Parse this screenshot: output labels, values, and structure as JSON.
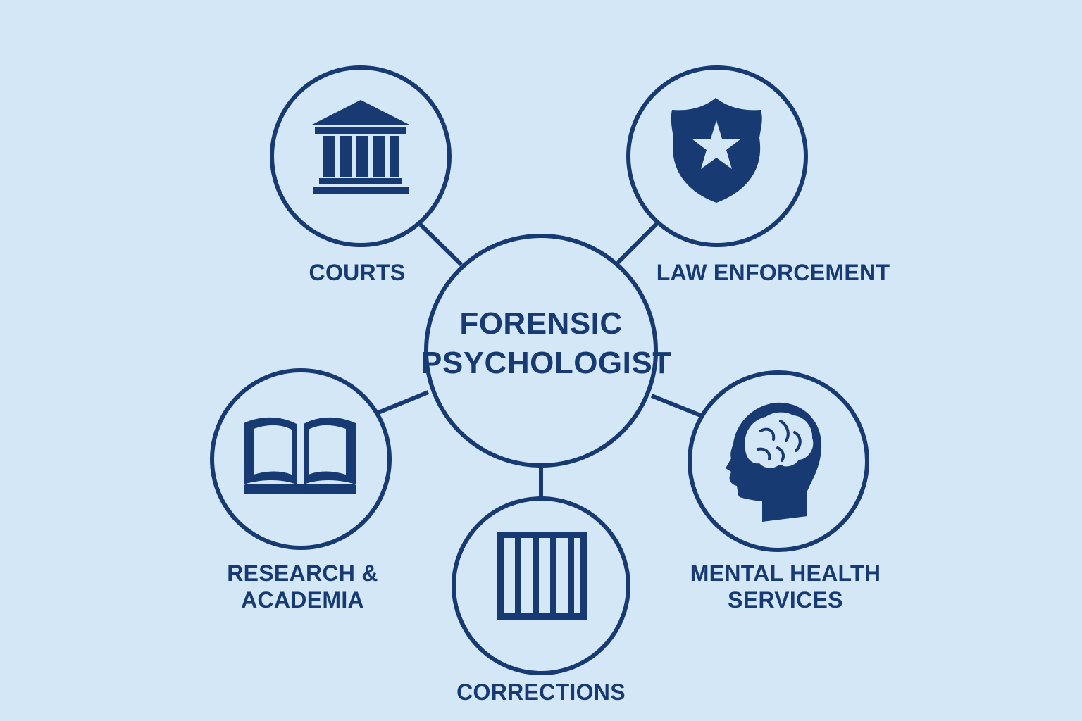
{
  "colors": {
    "background": "#d3e7f7",
    "primary": "#173a73",
    "circle_fill": "#d3e7f7"
  },
  "center": {
    "line1": "FORENSIC",
    "line2": "PSYCHOLOGIST"
  },
  "nodes": {
    "courts": {
      "label": "COURTS",
      "icon": "courthouse-icon"
    },
    "law_enforcement": {
      "label": "LAW ENFORCEMENT",
      "icon": "police-badge-icon"
    },
    "research": {
      "line1": "RESEARCH &",
      "line2": "ACADEMIA",
      "icon": "open-book-icon"
    },
    "mental_health": {
      "line1": "MENTAL HEALTH",
      "line2": "SERVICES",
      "icon": "head-brain-icon"
    },
    "corrections": {
      "label": "CORRECTIONS",
      "icon": "prison-bars-icon"
    }
  }
}
